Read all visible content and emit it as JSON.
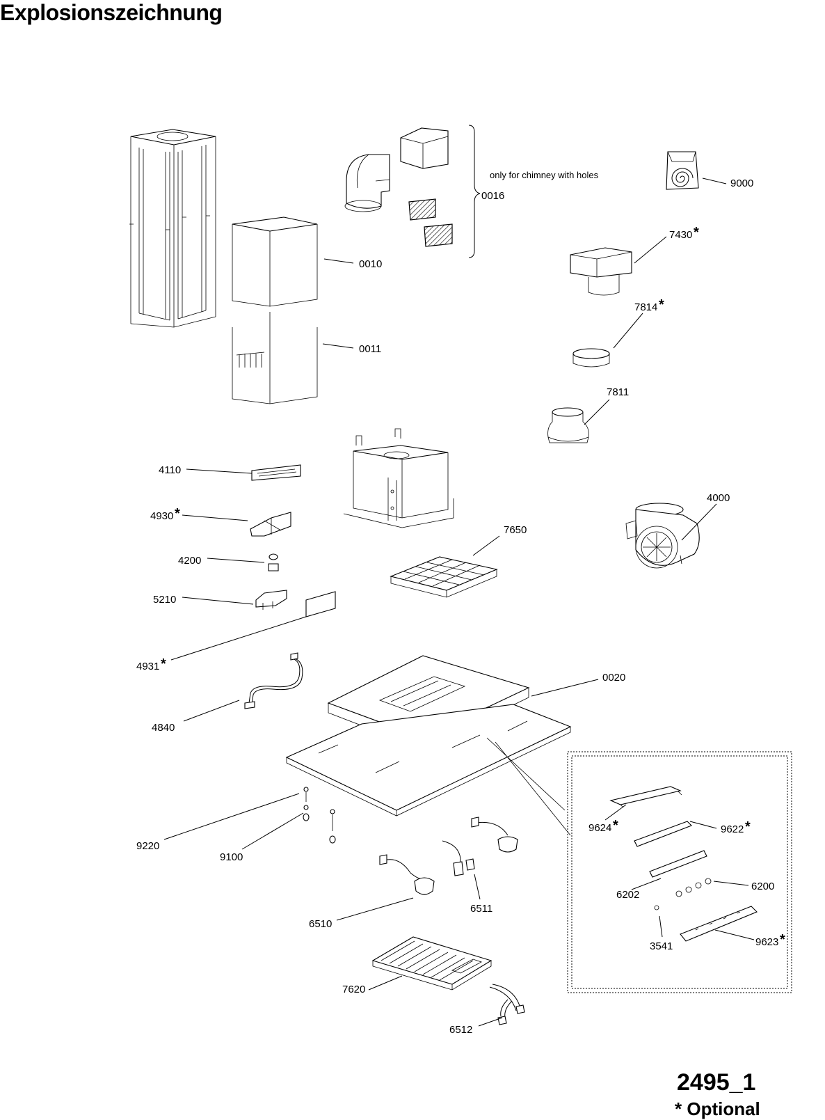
{
  "title": "Explosionszeichnung",
  "drawing_number": "2495_1",
  "optional_note": "* Optional",
  "chimney_note": "only for chimney with holes",
  "parts": [
    {
      "id": "0016",
      "label": "0016",
      "star": false
    },
    {
      "id": "9000",
      "label": "9000",
      "star": false
    },
    {
      "id": "7430",
      "label": "7430",
      "star": true
    },
    {
      "id": "0010",
      "label": "0010",
      "star": false
    },
    {
      "id": "7814",
      "label": "7814",
      "star": true
    },
    {
      "id": "0011",
      "label": "0011",
      "star": false
    },
    {
      "id": "7811",
      "label": "7811",
      "star": false
    },
    {
      "id": "4110",
      "label": "4110",
      "star": false
    },
    {
      "id": "4000",
      "label": "4000",
      "star": false
    },
    {
      "id": "4930",
      "label": "4930",
      "star": true
    },
    {
      "id": "7650",
      "label": "7650",
      "star": false
    },
    {
      "id": "4200",
      "label": "4200",
      "star": false
    },
    {
      "id": "5210",
      "label": "5210",
      "star": false
    },
    {
      "id": "4931",
      "label": "4931",
      "star": true
    },
    {
      "id": "0020",
      "label": "0020",
      "star": false
    },
    {
      "id": "4840",
      "label": "4840",
      "star": false
    },
    {
      "id": "9624",
      "label": "9624",
      "star": true
    },
    {
      "id": "9622",
      "label": "9622",
      "star": true
    },
    {
      "id": "9220",
      "label": "9220",
      "star": false
    },
    {
      "id": "9100",
      "label": "9100",
      "star": false
    },
    {
      "id": "6202",
      "label": "6202",
      "star": false
    },
    {
      "id": "6200",
      "label": "6200",
      "star": false
    },
    {
      "id": "6511",
      "label": "6511",
      "star": false
    },
    {
      "id": "6510",
      "label": "6510",
      "star": false
    },
    {
      "id": "3541",
      "label": "3541",
      "star": false
    },
    {
      "id": "9623",
      "label": "9623",
      "star": true
    },
    {
      "id": "7620",
      "label": "7620",
      "star": false
    },
    {
      "id": "6512",
      "label": "6512",
      "star": false
    }
  ]
}
